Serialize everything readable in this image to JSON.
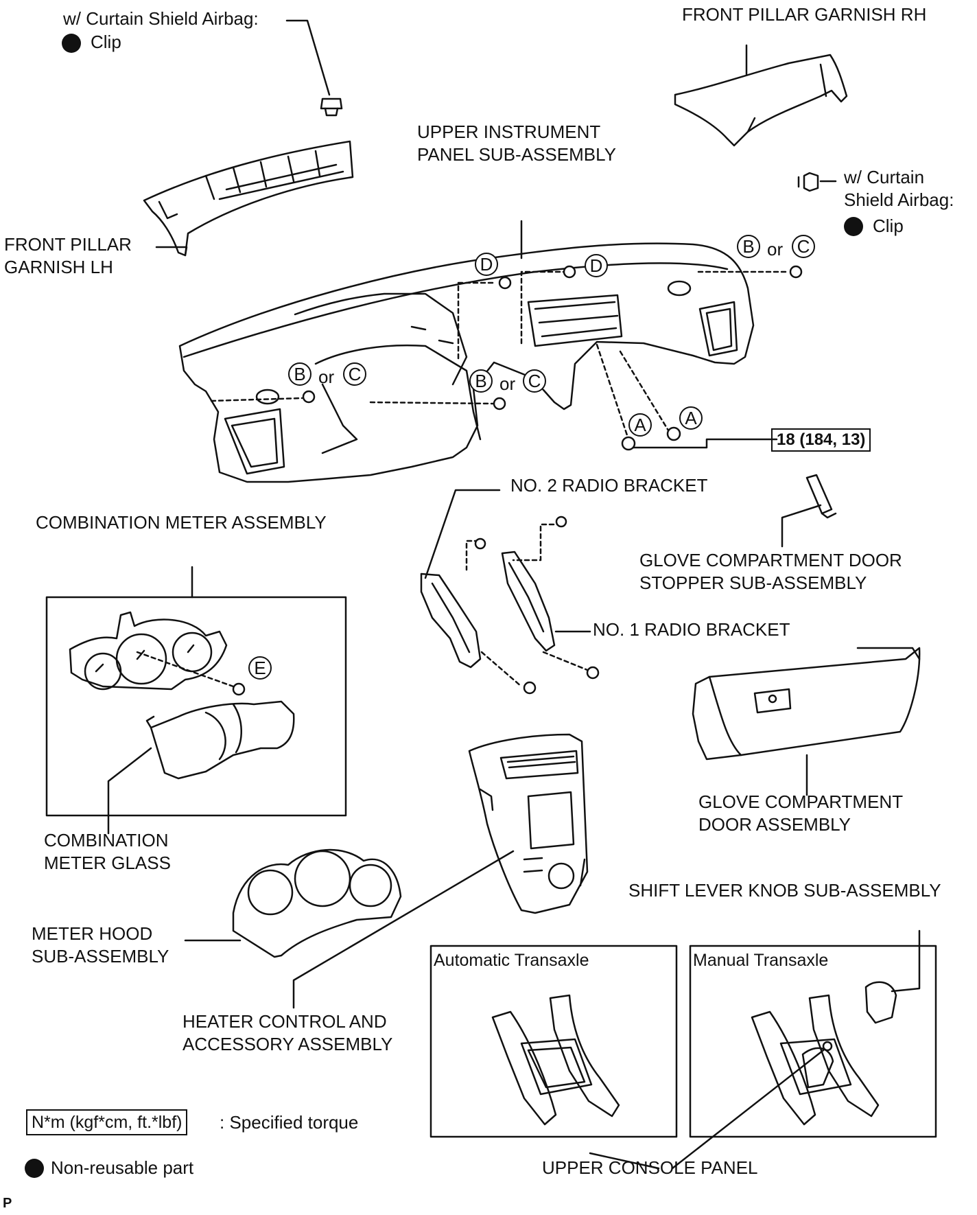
{
  "labels": {
    "clip_note_top": "w/ Curtain Shield Airbag:",
    "clip_top": "Clip",
    "front_pillar_rh": "FRONT PILLAR GARNISH RH",
    "upper_panel": "UPPER INSTRUMENT\nPANEL SUB-ASSEMBLY",
    "clip_note_right": "w/ Curtain\nShield Airbag:",
    "clip_right": "Clip",
    "front_pillar_lh": "FRONT PILLAR\nGARNISH LH",
    "or": "or",
    "torque_a": "18 (184, 13)",
    "no2_radio": "NO. 2 RADIO BRACKET",
    "combination_meter": "COMBINATION METER ASSEMBLY",
    "glove_stopper": "GLOVE COMPARTMENT DOOR\nSTOPPER SUB-ASSEMBLY",
    "no1_radio": "NO. 1 RADIO BRACKET",
    "meter_glass": "COMBINATION\nMETER GLASS",
    "glove_door": "GLOVE COMPARTMENT\nDOOR ASSEMBLY",
    "shift_knob": "SHIFT LEVER KNOB SUB-ASSEMBLY",
    "meter_hood": "METER HOOD\nSUB-ASSEMBLY",
    "auto_trans": "Automatic Transaxle",
    "manual_trans": "Manual Transaxle",
    "heater_control": "HEATER CONTROL AND\nACCESSORY ASSEMBLY",
    "legend_torque_box": "N*m (kgf*cm, ft.*lbf)",
    "legend_torque_text": ": Specified torque",
    "upper_console": "UPPER CONSOLE PANEL",
    "legend_nonreusable": "Non-reusable part",
    "corner_mark": "P"
  },
  "fasteners": {
    "a": "A",
    "b": "B",
    "c": "C",
    "d": "D",
    "e": "E"
  }
}
